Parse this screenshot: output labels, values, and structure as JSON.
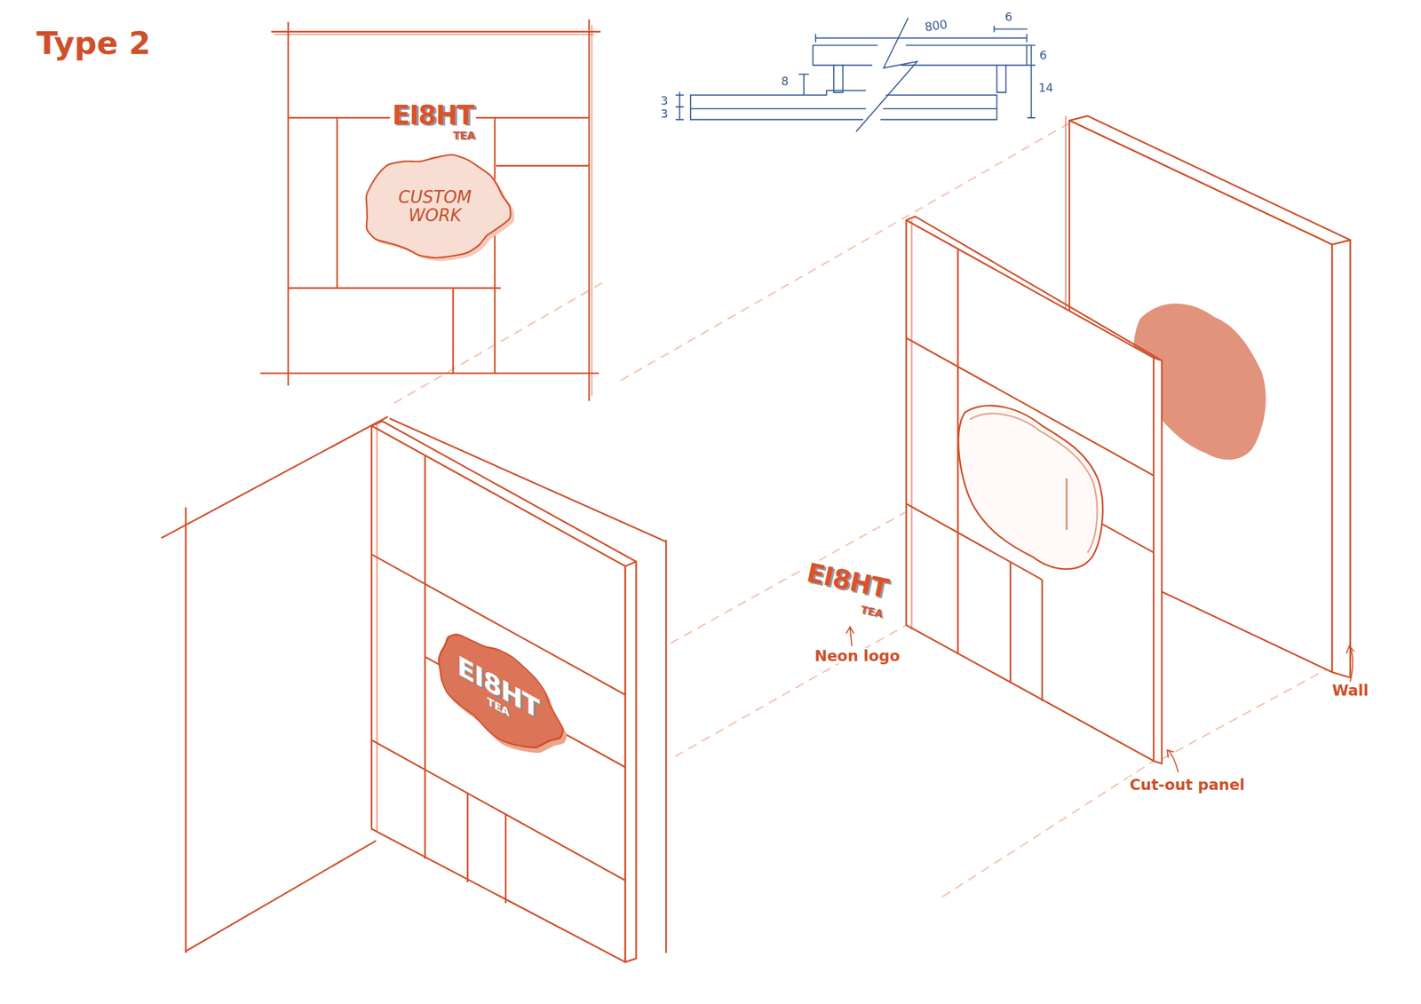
{
  "diagram": {
    "title": "Type 2",
    "nodes": [
      {
        "text": [
          "CUSTOM WORK"
        ]
      },
      {
        "text": [
          "EI8HT",
          "TEA"
        ]
      }
    ],
    "labels": [
      "800",
      "6",
      "8",
      "6",
      "14",
      "3",
      "3",
      "EI8HT",
      "TEA",
      "EI8HT",
      "TEA",
      "Neon logo",
      "Cut-out panel",
      "Wall"
    ]
  }
}
